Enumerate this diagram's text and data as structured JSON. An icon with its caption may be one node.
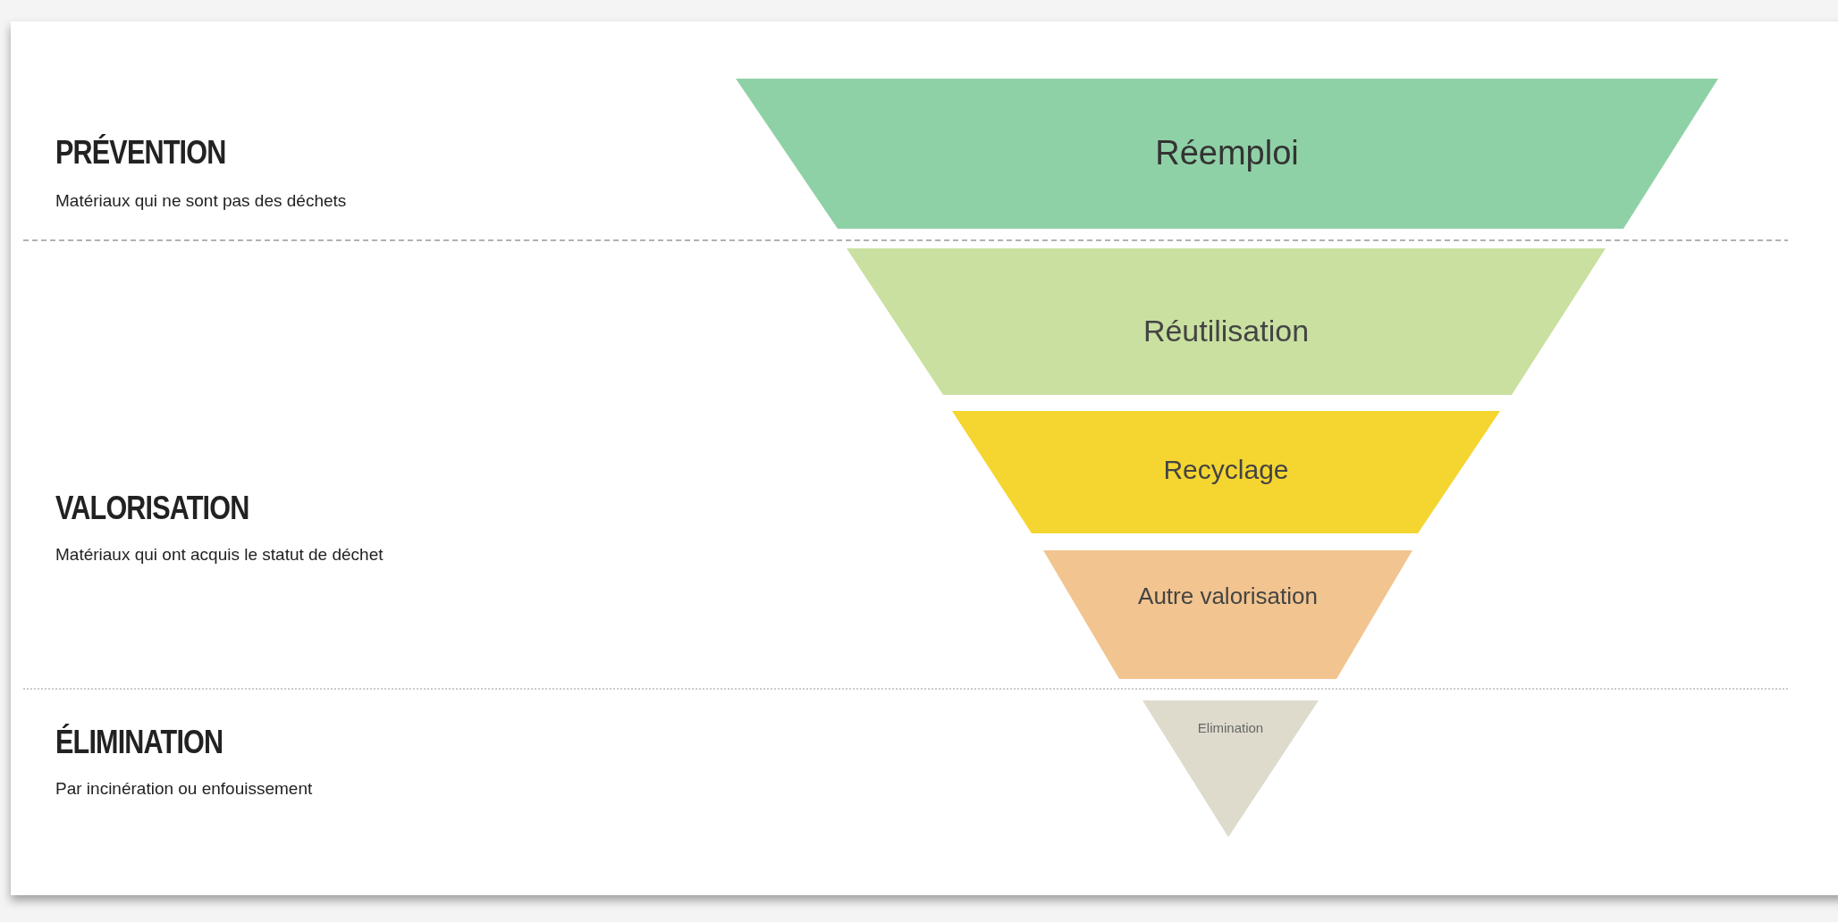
{
  "diagram": {
    "nodes": [
      {
        "text": [
          "Réemploi"
        ]
      },
      {
        "text": [
          "Réutilisation"
        ]
      },
      {
        "text": [
          "Recyclage"
        ]
      },
      {
        "text": [
          "Autre valorisation"
        ]
      },
      {
        "text": [
          "Elimination"
        ]
      }
    ],
    "labels": [
      "PRÉVENTION",
      "Matériaux qui ne sont pas des déchets",
      "VALORISATION",
      "Matériaux qui ont acquis le statut de déchet",
      "ÉLIMINATION",
      "Par incinération ou enfouissement"
    ]
  }
}
